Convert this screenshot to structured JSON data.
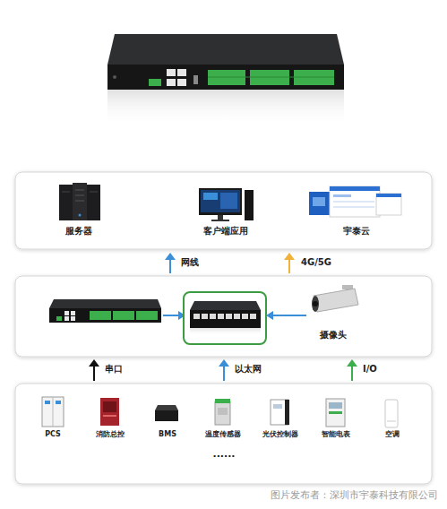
{
  "diagram": {
    "nodes": [
      {
        "text": [
          "服务器"
        ]
      },
      {
        "text": [
          "客户端应用"
        ]
      },
      {
        "text": [
          "宇泰云"
        ]
      },
      {
        "text": [
          "摄像头"
        ]
      },
      {
        "text": [
          "PCS"
        ]
      },
      {
        "text": [
          "消防总控"
        ]
      },
      {
        "text": [
          "BMS"
        ]
      },
      {
        "text": [
          "温度传感器"
        ]
      },
      {
        "text": [
          "光伏控制器"
        ]
      },
      {
        "text": [
          "智能电表"
        ]
      },
      {
        "text": [
          "空调"
        ]
      }
    ],
    "labels": [
      "网线",
      "4G/5G",
      "串口",
      "以太网",
      "I/O",
      "......",
      "图片发布者：深圳市宇泰科技有限公司"
    ]
  }
}
